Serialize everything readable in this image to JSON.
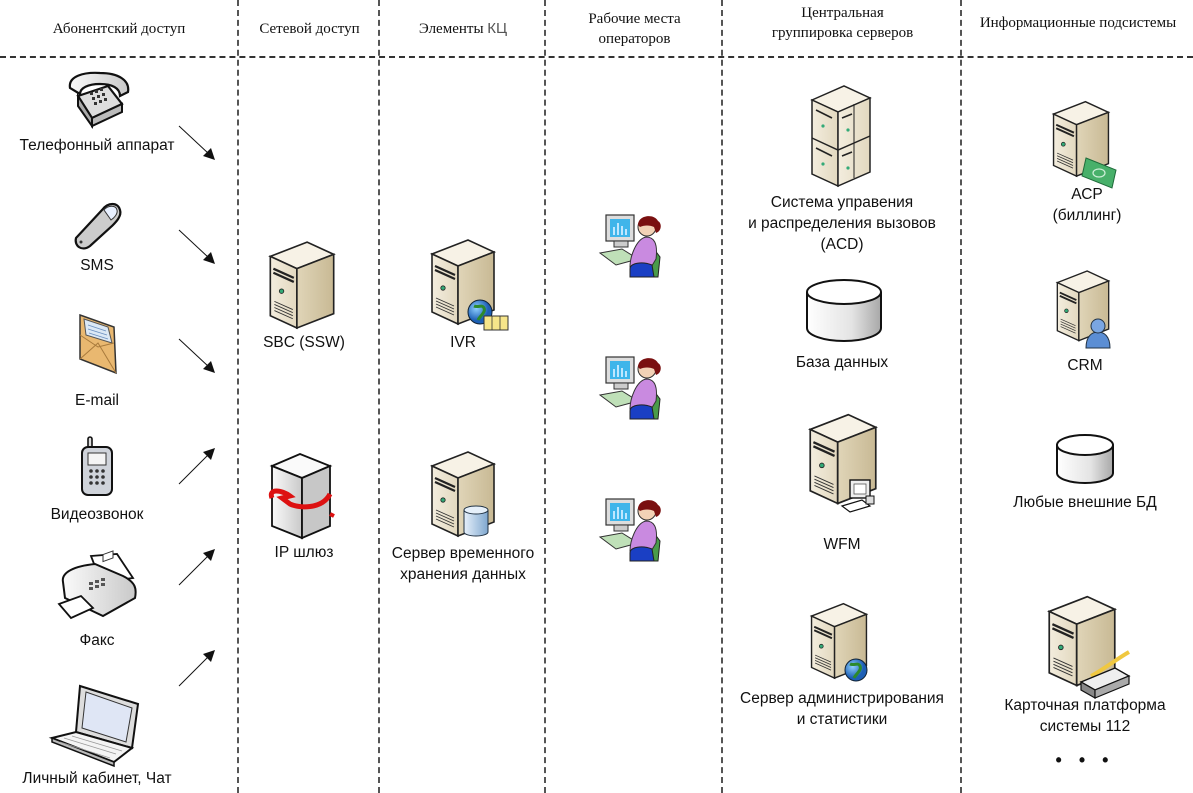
{
  "columns": [
    {
      "title": "Абонентский доступ"
    },
    {
      "title": "Сетевой доступ"
    },
    {
      "title_main": "Элементы",
      "title_accent": "КЦ"
    },
    {
      "title": "Рабочие места\nоператоров",
      "line1": "Рабочие места",
      "line2": "операторов"
    },
    {
      "line1": "Центральная",
      "line2": "группировка серверов"
    },
    {
      "title": "Информационные подсистемы"
    }
  ],
  "subscriber_access": [
    {
      "label": "Телефонный аппарат",
      "icon": "desk-phone-icon",
      "arrow": "down-right"
    },
    {
      "label": "SMS",
      "icon": "mobile-phone-icon",
      "arrow": "down-right"
    },
    {
      "label": "E-mail",
      "icon": "envelope-icon",
      "arrow": "down-right"
    },
    {
      "label": "Видеозвонок",
      "icon": "cell-phone-icon",
      "arrow": "up-right"
    },
    {
      "label": "Факс",
      "icon": "fax-icon",
      "arrow": "up-right"
    },
    {
      "label": "Личный кабинет, Чат",
      "icon": "laptop-icon",
      "arrow": "up-right"
    }
  ],
  "network_access": [
    {
      "label": "SBC (SSW)",
      "icon": "server-icon"
    },
    {
      "label": "IP шлюз",
      "icon": "gateway-icon"
    }
  ],
  "cc_elements": [
    {
      "label": "IVR",
      "icon": "ivr-server-icon"
    },
    {
      "line1": "Сервер временного",
      "line2": "хранения данных",
      "icon": "storage-server-icon"
    }
  ],
  "operator_workplaces": [
    {
      "icon": "operator-icon"
    },
    {
      "icon": "operator-icon"
    },
    {
      "icon": "operator-icon"
    }
  ],
  "central_servers": [
    {
      "line1": "Система управения",
      "line2": "и распределения вызовов",
      "line3": "(ACD)",
      "icon": "server-cluster-icon"
    },
    {
      "label": "База данных",
      "icon": "database-icon"
    },
    {
      "label": "WFM",
      "icon": "wfm-server-icon"
    },
    {
      "line1": "Сервер администрирования",
      "line2": "и статистики",
      "icon": "admin-server-icon"
    }
  ],
  "info_subsystems": [
    {
      "line1": "АСР",
      "line2": "(биллинг)",
      "icon": "billing-server-icon"
    },
    {
      "label": "CRM",
      "icon": "crm-server-icon"
    },
    {
      "label": "Любые внешние БД",
      "icon": "database-icon"
    },
    {
      "line1": "Карточная платформа",
      "line2": "системы 112",
      "icon": "card-server-icon"
    }
  ],
  "ellipsis": "• • •",
  "colors": {
    "server_front": "#efe8d6",
    "server_side": "#d8ccae",
    "server_top": "#f6f1e4",
    "divider": "#555555",
    "accent_text": "#555555"
  }
}
